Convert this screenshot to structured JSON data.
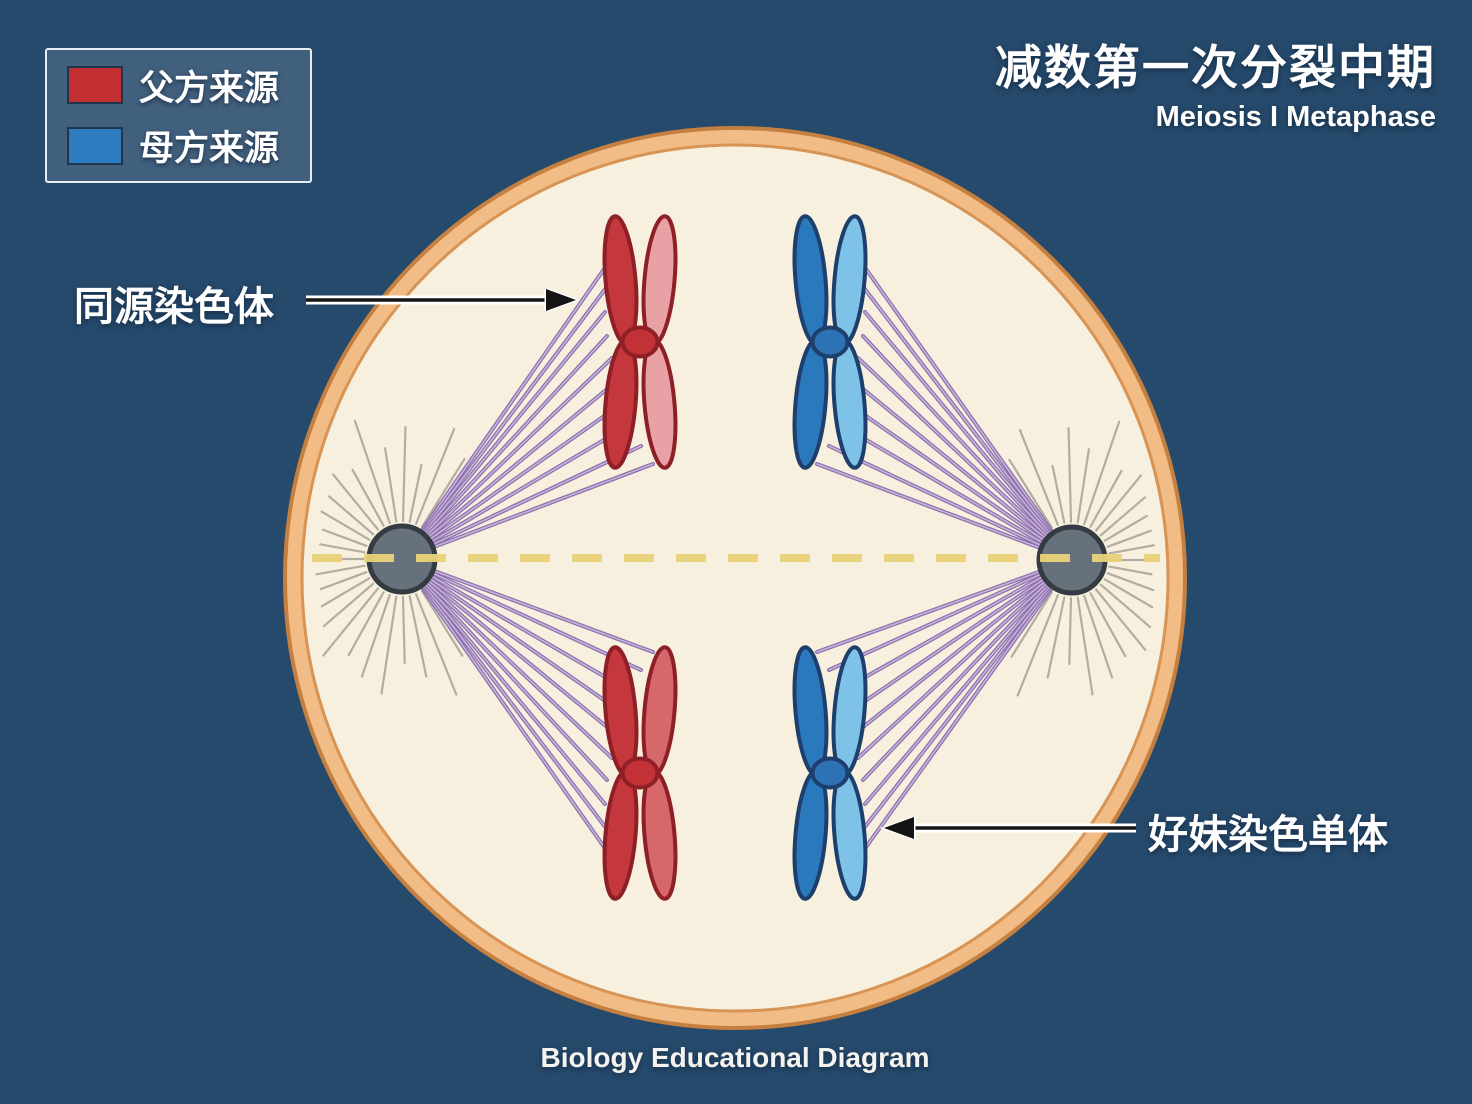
{
  "title": {
    "zh": "减数第一次分裂中期",
    "en": "Meiosis I Metaphase"
  },
  "legend": {
    "items": [
      {
        "label": "父方来源",
        "color": "#C22F33"
      },
      {
        "label": "母方来源",
        "color": "#2E7CC0"
      }
    ]
  },
  "annotations": {
    "homologous_chromosomes": "同源染色体",
    "sister_chromatids": "好妹染色单体"
  },
  "caption": "Biology Educational Diagram",
  "diagram": {
    "type": "meiosis-metaphase-I-cell",
    "chromosomes": [
      {
        "position": "top-left",
        "origin": "paternal",
        "color": "red"
      },
      {
        "position": "top-right",
        "origin": "maternal",
        "color": "blue"
      },
      {
        "position": "bottom-left",
        "origin": "paternal",
        "color": "red"
      },
      {
        "position": "bottom-right",
        "origin": "maternal",
        "color": "blue"
      }
    ]
  },
  "colors": {
    "background": "#264A6C",
    "cell_interior": "#F7F0DE",
    "membrane_band": "#F2BC86",
    "membrane_edge": "#C5803F",
    "membrane_inner_edge": "#D79455",
    "paternal_dark": "#C4373C",
    "paternal_light": "#E8A2A6",
    "paternal_mid": "#D6676B",
    "paternal_outline": "#8E1F26",
    "maternal_dark": "#2B79BD",
    "maternal_light": "#7FC2E8",
    "maternal_outline": "#1E3E6B",
    "centromere_red": "#C23237",
    "centromere_blue": "#2D72B4",
    "spindle_fiber": "#8D6FAC",
    "spindle_fiber_core": "#C6B3DA",
    "astral_ray": "#ACA69B",
    "centrosome_fill": "#67717B",
    "centrosome_outline": "#343C41",
    "plate_line": "#E9D27A",
    "arrow": "#141414",
    "text": "#FFFFFF"
  }
}
